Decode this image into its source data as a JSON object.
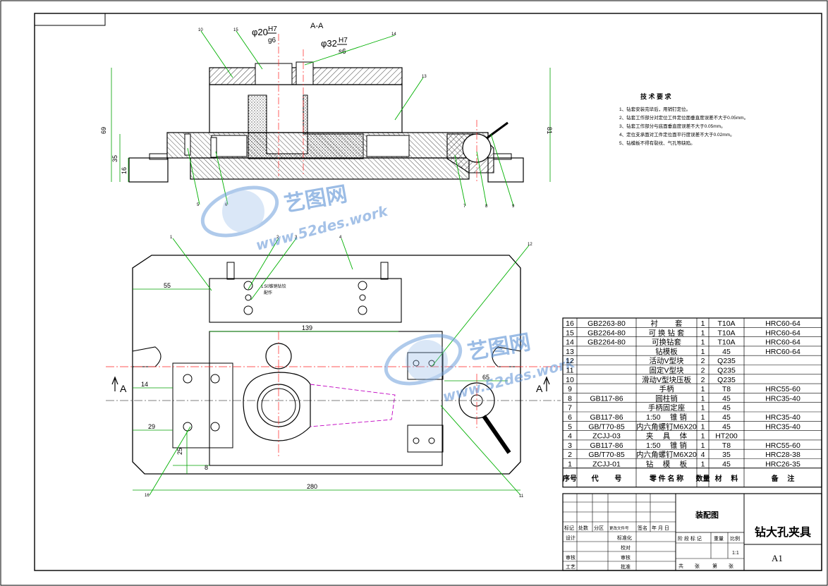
{
  "drawing": {
    "section_label": "A-A",
    "fit_upper": "φ20",
    "fit_upper_num": "H7",
    "fit_upper_den": "g6",
    "fit_lower": "φ32",
    "fit_lower_num": "H7",
    "fit_lower_den": "s6",
    "dim_69": "69",
    "dim_35": "35",
    "dim_16": "16",
    "dim_81": "81",
    "dim_55": "55",
    "dim_139": "139",
    "dim_14": "14",
    "dim_29": "29",
    "dim_25": "25",
    "dim_8": "8",
    "dim_280": "280",
    "dim_65": "65",
    "section_a_left": "A",
    "section_a_right": "A",
    "small_note_1": "1:50锥销钻铰",
    "small_note_2": "配作",
    "leader_labels": [
      "10",
      "15",
      "14",
      "13",
      "5",
      "6",
      "7",
      "8",
      "9",
      "1",
      "2",
      "3",
      "4",
      "16",
      "12",
      "11"
    ]
  },
  "tech_requirements": {
    "title": "技 术 要 求",
    "lines": [
      "1、钻套安装完毕后，用销钉定位。",
      "2、钻套工作部分对定位工件定位面垂直度误差不大于0.05mm。",
      "3、钻套工作部分与底面垂直度误差不大于0.05mm。",
      "4、定位支承面对工件定位面平行度误差不大于0.02mm。",
      "5、钻模板不得有裂纹、气孔等缺陷。"
    ]
  },
  "watermark": {
    "brand": "艺图网",
    "site": "www.52des.work"
  },
  "bom": {
    "rows": [
      {
        "no": "16",
        "code": "GB2263-80",
        "name": "衬 　　套",
        "qty": "1",
        "material": "T10A",
        "note": "HRC60-64"
      },
      {
        "no": "15",
        "code": "GB2264-80",
        "name": "可 换 钻 套",
        "qty": "1",
        "material": "T10A",
        "note": "HRC60-64"
      },
      {
        "no": "14",
        "code": "GB2264-80",
        "name": "可换钻套",
        "qty": "1",
        "material": "T10A",
        "note": "HRC60-64"
      },
      {
        "no": "13",
        "code": "",
        "name": "钻模板",
        "qty": "1",
        "material": "45",
        "note": "HRC60-64"
      },
      {
        "no": "12",
        "code": "",
        "name": "活动V型块",
        "qty": "2",
        "material": "Q235",
        "note": ""
      },
      {
        "no": "11",
        "code": "",
        "name": "固定V型块",
        "qty": "2",
        "material": "Q235",
        "note": ""
      },
      {
        "no": "10",
        "code": "",
        "name": "滑动V型块压板",
        "qty": "2",
        "material": "Q235",
        "note": ""
      },
      {
        "no": "9",
        "code": "",
        "name": "手柄",
        "qty": "1",
        "material": "T8",
        "note": "HRC55-60"
      },
      {
        "no": "8",
        "code": "GB117-86",
        "name": "圆柱销",
        "qty": "1",
        "material": "45",
        "note": "HRC35-40"
      },
      {
        "no": "7",
        "code": "",
        "name": "手柄固定座",
        "qty": "1",
        "material": "45",
        "note": ""
      },
      {
        "no": "6",
        "code": "GB117-86",
        "name": "1:50 　锥 销",
        "qty": "1",
        "material": "45",
        "note": "HRC35-40"
      },
      {
        "no": "5",
        "code": "GB/T70-85",
        "name": "内六角螺钉M6X20",
        "qty": "1",
        "material": "45",
        "note": "HRC35-40"
      },
      {
        "no": "4",
        "code": "ZCJJ-03",
        "name": "夹 　具 　体",
        "qty": "1",
        "material": "HT200",
        "note": ""
      },
      {
        "no": "3",
        "code": "GB117-86",
        "name": "1:50 　锥 销",
        "qty": "1",
        "material": "T8",
        "note": "HRC55-60"
      },
      {
        "no": "2",
        "code": "GB/T70-85",
        "name": "内六角螺钉M6X20",
        "qty": "4",
        "material": "35",
        "note": "HRC28-38"
      },
      {
        "no": "1",
        "code": "ZCJJ-01",
        "name": "钻 　模 　板",
        "qty": "1",
        "material": "45",
        "note": "HRC26-35"
      }
    ],
    "header": {
      "no": "序号",
      "code": "代 　　号",
      "name": "零 件 名 称",
      "qty": "数量",
      "material": "材 　料",
      "note": "备 　注"
    }
  },
  "title_block": {
    "assembly": "装配图",
    "title": "钻大孔夹具",
    "sheet": "A1",
    "marks": "标记",
    "count": "处数",
    "zone": "分区",
    "change_doc": "更改文件号",
    "sign": "签名",
    "date": "年 月 日",
    "design": "设计",
    "standard": "标准化",
    "check": "审核",
    "craft": "工艺",
    "proof": "校对",
    "approve": "审核",
    "ratify": "批准",
    "stage": "阶 段 标 记",
    "weight": "重量",
    "scale": "比例",
    "scale_val": "1:1",
    "total": "共 　　张",
    "page": "第 　　张"
  }
}
